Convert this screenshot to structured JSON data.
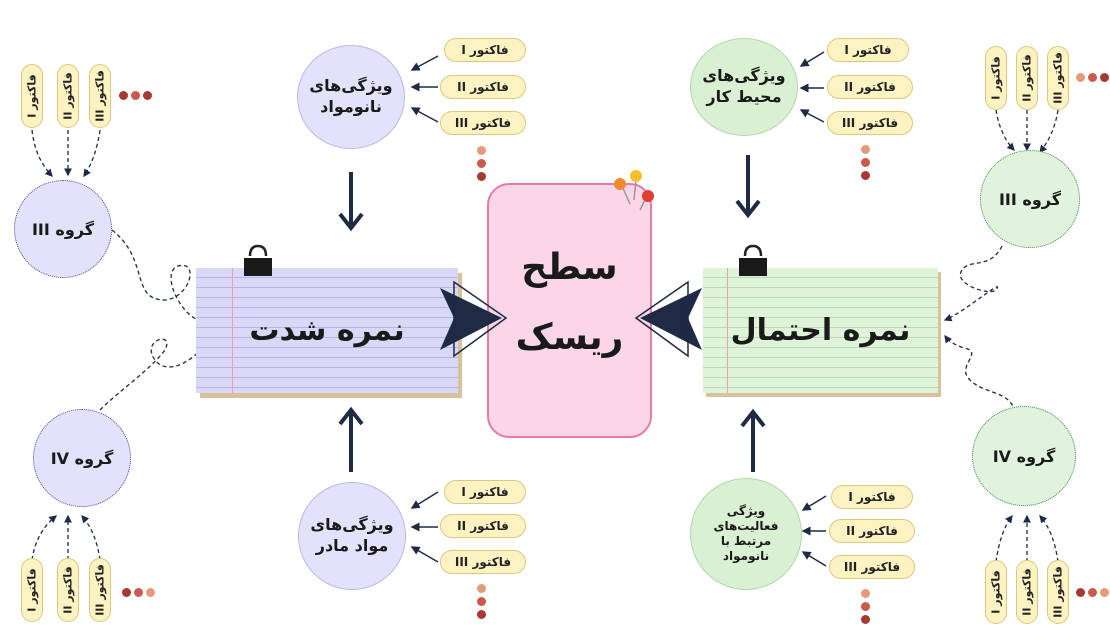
{
  "center": {
    "line1": "سطح",
    "line2": "ریسک"
  },
  "left_paper": {
    "title": "نمره شدت"
  },
  "right_paper": {
    "title": "نمره احتمال"
  },
  "nano_props": {
    "line1": "ویژگی‌های",
    "line2": "نانومواد"
  },
  "env_props": {
    "line1": "ویژگی‌های",
    "line2": "محیط کار"
  },
  "parent_props": {
    "line1": "ویژگی‌های",
    "line2": "مواد مادر"
  },
  "activity_props": {
    "line1": "ویژگی",
    "line2": "فعالیت‌های",
    "line3": "مرتبط با",
    "line4": "نانومواد"
  },
  "factors": [
    "فاکتور I",
    "فاکتور II",
    "فاکتور III"
  ],
  "groups": {
    "g3": "گروه III",
    "g4": "گروه IV"
  },
  "colors": {
    "purple": "#e4e2fb",
    "green": "#e1f3dc",
    "pink": "#fbd6e7",
    "pill": "#fdf3c2",
    "navy": "#1f2a44"
  }
}
